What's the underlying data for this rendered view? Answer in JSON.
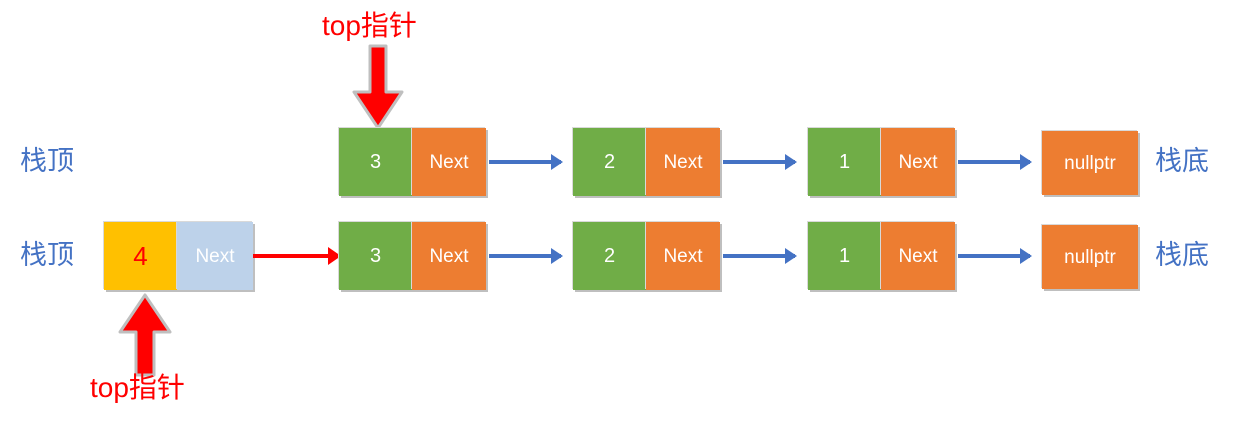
{
  "diagram": {
    "title": "linked-list stack push illustration",
    "colors": {
      "value_cell": "#70AD47",
      "next_cell": "#ED7D31",
      "new_value_cell": "#FFC000",
      "new_next_cell": "#BDD2EA",
      "link_arrow": "#4472C4",
      "pointer_arrow": "#FF0000",
      "side_label_text": "#4472C4",
      "new_value_text": "#FF0000"
    },
    "rows": [
      {
        "id": "before",
        "left_label": "栈顶",
        "right_label": "栈底",
        "nodes": [
          {
            "value": "3",
            "next": "Next"
          },
          {
            "value": "2",
            "next": "Next"
          },
          {
            "value": "1",
            "next": "Next"
          }
        ],
        "terminator": "nullptr"
      },
      {
        "id": "after",
        "left_label": "栈顶",
        "right_label": "栈底",
        "new_node": {
          "value": "4",
          "next": "Next"
        },
        "nodes": [
          {
            "value": "3",
            "next": "Next"
          },
          {
            "value": "2",
            "next": "Next"
          },
          {
            "value": "1",
            "next": "Next"
          }
        ],
        "terminator": "nullptr"
      }
    ],
    "pointers": [
      {
        "id": "top-before",
        "label": "top指针",
        "direction": "down"
      },
      {
        "id": "top-after",
        "label": "top指针",
        "direction": "up"
      }
    ]
  }
}
